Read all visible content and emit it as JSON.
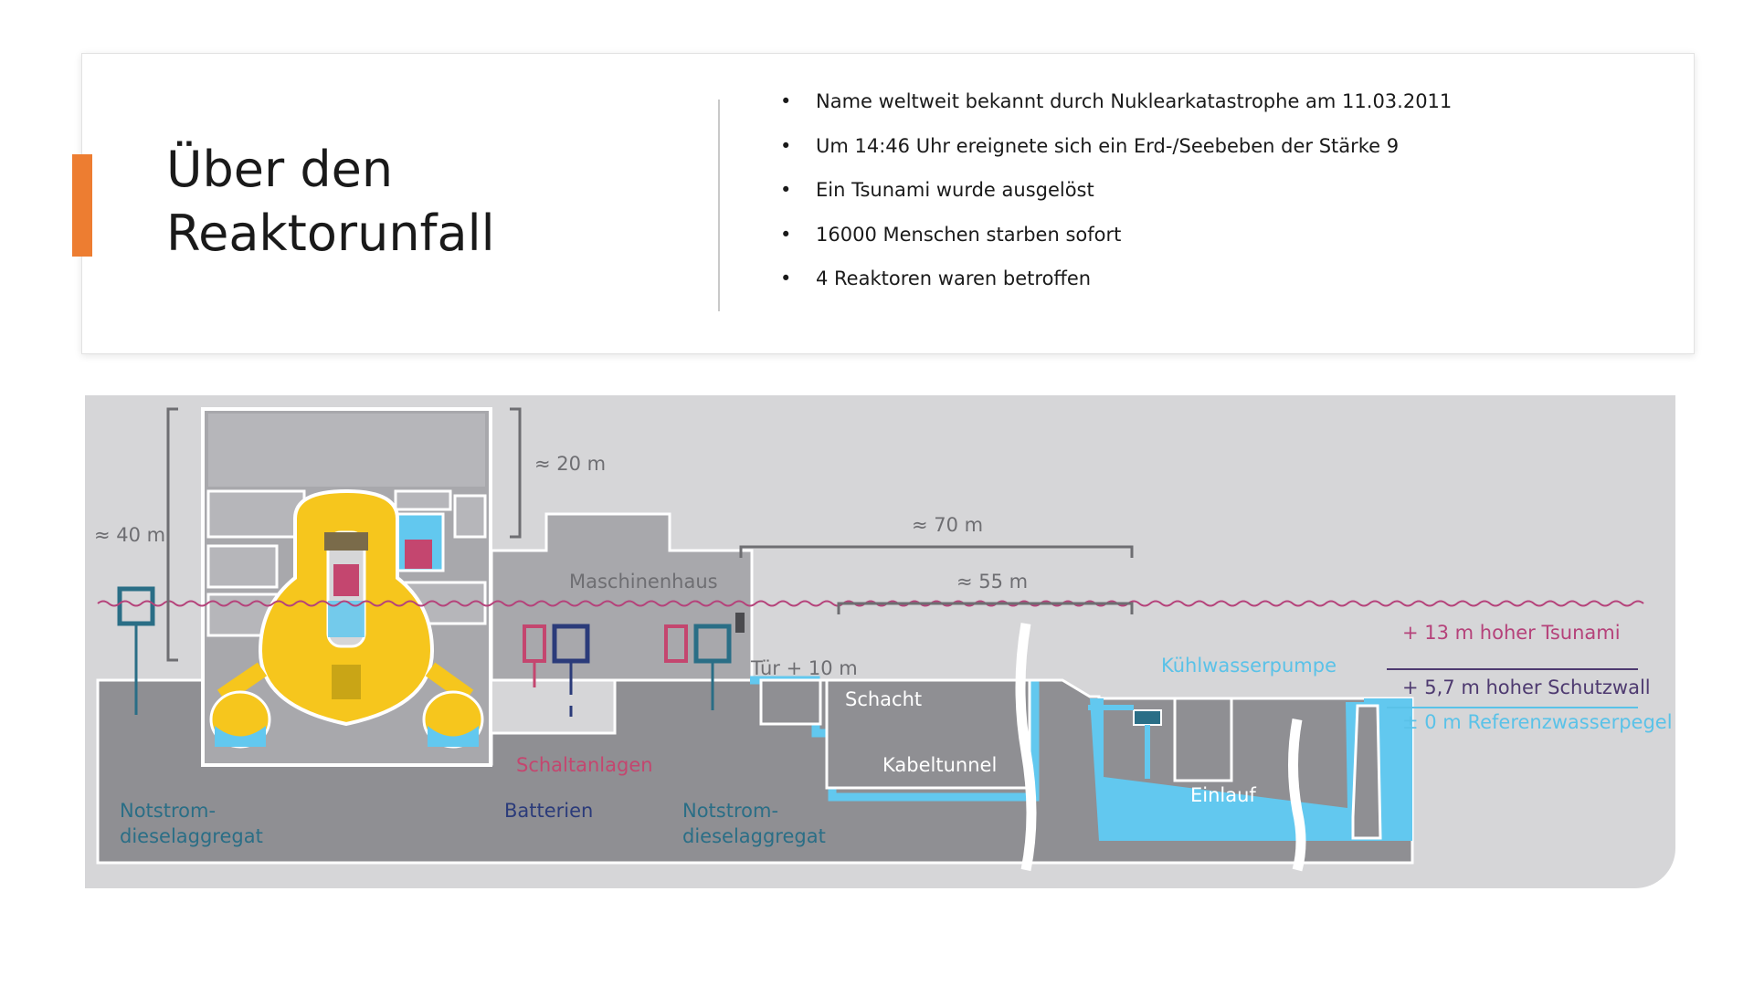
{
  "slide": {
    "title_lines": [
      "Über den",
      "Reaktorunfall"
    ],
    "bullets": [
      "Name weltweit bekannt durch Nuklearkatastrophe am 11.03.2011",
      "Um 14:46 Uhr ereignete sich ein Erd-/Seebeben der Stärke 9",
      "Ein Tsunami wurde ausgelöst",
      "16000 Menschen starben sofort",
      "4 Reaktoren waren betroffen"
    ],
    "bullet_symbol": "•"
  },
  "diagram": {
    "dimensions": {
      "height_40": "≈ 40 m",
      "height_20": "≈ 20 m",
      "length_70": "≈ 70 m",
      "length_55": "≈ 55 m"
    },
    "labels": {
      "maschinenhaus": "Maschinenhaus",
      "tuer": "Tür  + 10 m",
      "schacht": "Schacht",
      "kabeltunnel": "Kabeltunnel",
      "kuehlwasserpumpe": "Kühlwasserpumpe",
      "einlauf": "Einlauf",
      "schaltanlagen": "Schaltanlagen",
      "batterien": "Batterien",
      "notstrom_left": [
        "Notstrom-",
        "dieselaggregat"
      ],
      "notstrom_right": [
        "Notstrom-",
        "dieselaggregat"
      ]
    },
    "levels": {
      "tsunami": "+ 13 m hoher Tsunami",
      "schutzwall": "+ 5,7 m hoher Schutzwall",
      "referenz": "± 0 m Referenzwasserpegel"
    },
    "colors": {
      "background": "#d6d6d8",
      "ground": "#8f8f93",
      "building_fill": "#a8a8ac",
      "building_light": "#c9c9cc",
      "outline": "#ffffff",
      "reactor_yellow": "#f6c61d",
      "water": "#62c8ef",
      "tsunami": "#b5427a",
      "notstrom": "#2a6e86",
      "schaltanlagen": "#c4466f",
      "batterien": "#2b3b7a",
      "schutzwall": "#4e3a70",
      "referenz": "#5ac2e8",
      "dimension_text": "#6e6e72",
      "accent_orange": "#ed7d31"
    },
    "icons": [
      "reactor-vessel-icon",
      "fuel-pool-icon",
      "cooling-pump-icon"
    ]
  }
}
